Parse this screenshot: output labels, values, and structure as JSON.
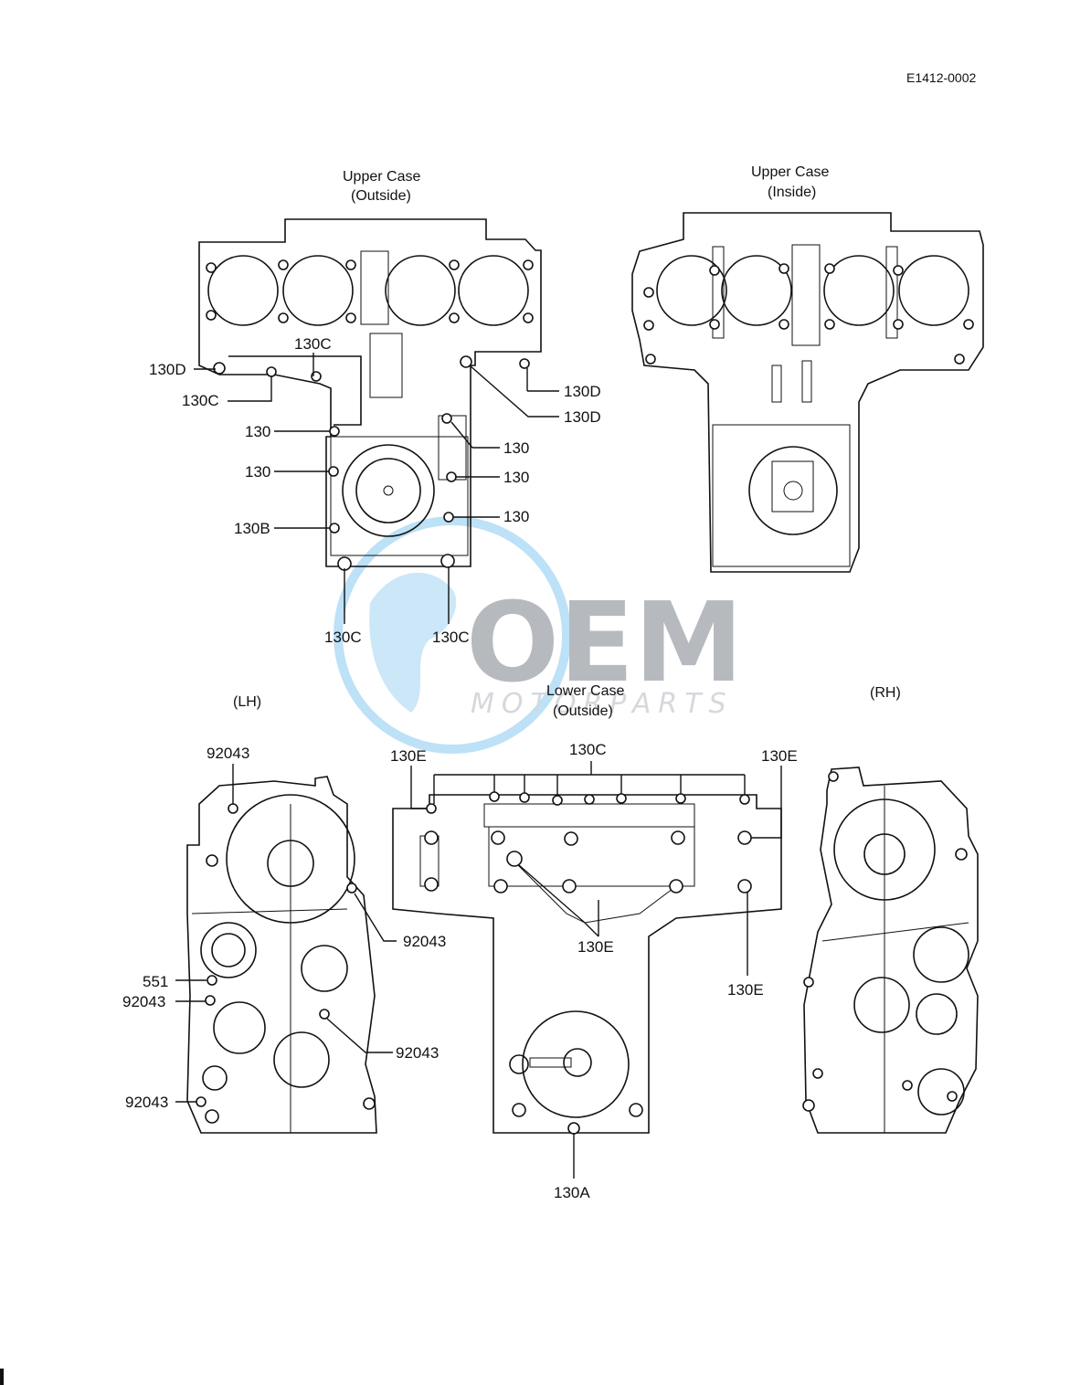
{
  "diagram_code": "E1412-0002",
  "views": {
    "upper_outside": {
      "title_line1": "Upper Case",
      "title_line2": "(Outside)"
    },
    "upper_inside": {
      "title_line1": "Upper Case",
      "title_line2": "(Inside)"
    },
    "lower_outside": {
      "title_line1": "Lower  Case",
      "title_line2": "(Outside)"
    },
    "lh": {
      "title": "(LH)"
    },
    "rh": {
      "title": "(RH)"
    }
  },
  "callouts": {
    "upper_outside": [
      "130D",
      "130C",
      "130C",
      "130",
      "130",
      "130B",
      "130C",
      "130C",
      "130D",
      "130D",
      "130",
      "130",
      "130"
    ],
    "lower_outside": [
      "130E",
      "130C",
      "130E",
      "130E",
      "130E",
      "130A"
    ],
    "lh": [
      "92043",
      "92043",
      "551",
      "92043",
      "92043",
      "92043"
    ]
  },
  "watermark": {
    "logo": "OEM",
    "text": "MOTORPARTS",
    "globe_color": "#9fd3f2",
    "logo_color": "#9ea4aa"
  }
}
